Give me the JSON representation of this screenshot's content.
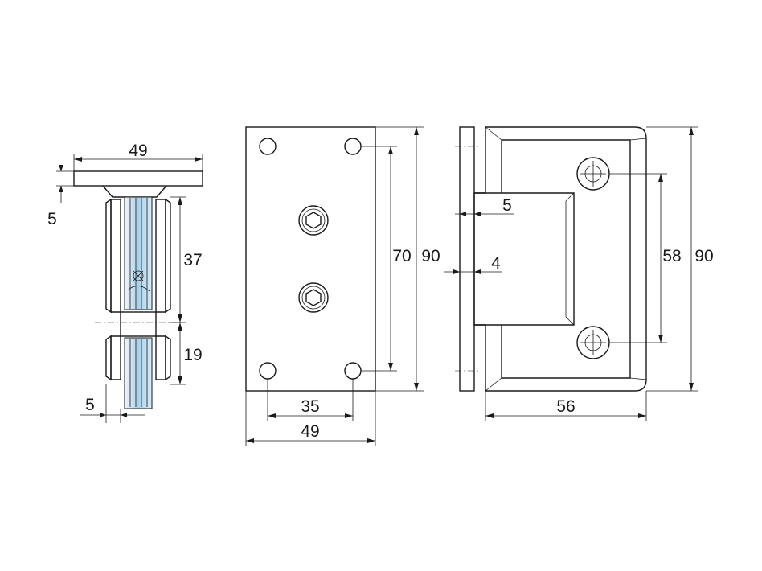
{
  "colors": {
    "line": "#1a1a1a",
    "glass_light": "#d8ecf6",
    "glass_mid": "#a9d1ea",
    "background": "#ffffff"
  },
  "side_view": {
    "dim_width": "49",
    "dim_plate_thickness": "5",
    "dim_upper_height": "37",
    "dim_lower_height": "19",
    "dim_glass_gap": "5"
  },
  "front_view": {
    "dim_hole_spacing_vertical": "70",
    "dim_height": "90",
    "dim_hole_spacing_horizontal": "35",
    "dim_width": "49"
  },
  "hinge_view": {
    "dim_offset_5": "5",
    "dim_offset_4": "4",
    "dim_hole_spacing": "58",
    "dim_height": "90",
    "dim_width": "56"
  }
}
